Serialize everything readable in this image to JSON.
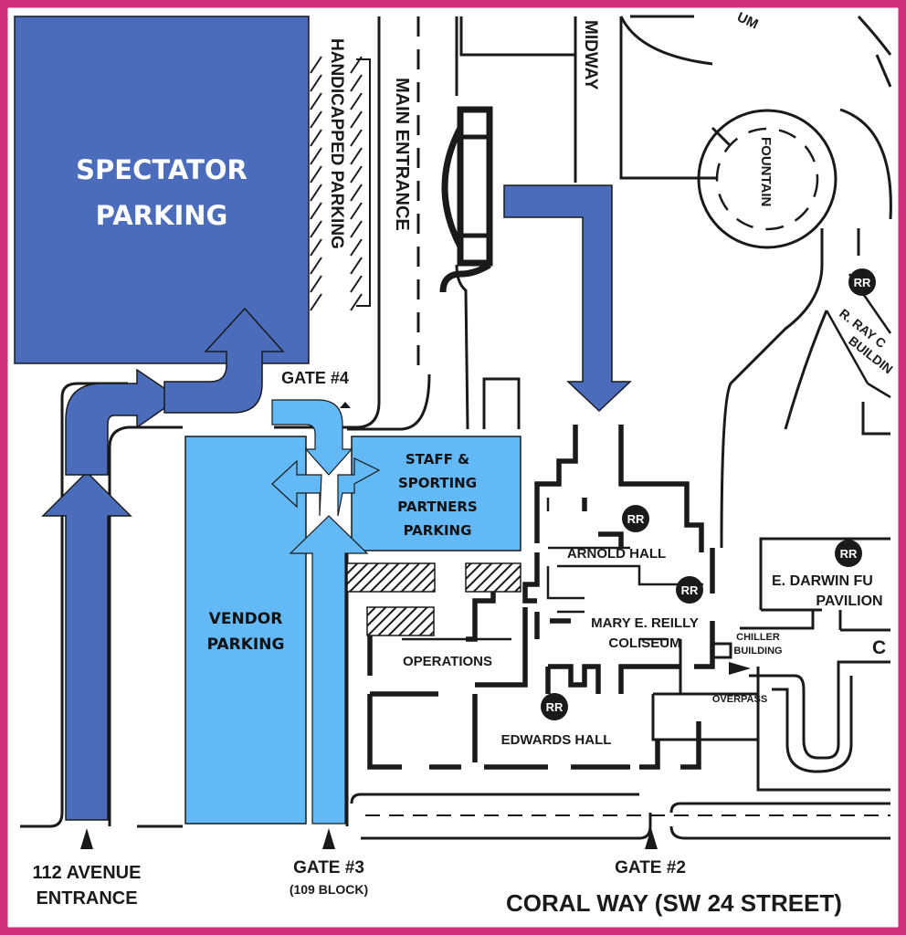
{
  "colors": {
    "frame": "#d12f7a",
    "spectator": "#4a6cbb",
    "vendor": "#63b8f6",
    "staff": "#63b8f6",
    "arrow_dark": "#4a6cbb",
    "arrow_light": "#63b8f6",
    "road": "#1a1a1a"
  },
  "zones": {
    "spectator": {
      "line1": "SPECTATOR",
      "line2": "PARKING"
    },
    "vendor": {
      "line1": "VENDOR",
      "line2": "PARKING"
    },
    "staff": {
      "line1": "STAFF &",
      "line2": "SPORTING",
      "line3": "PARTNERS",
      "line4": "PARKING"
    }
  },
  "labels": {
    "handicapped": "HANDICAPPED PARKING",
    "main_entrance": "MAIN ENTRANCE",
    "midway": "MIDWAY",
    "fountain": "FOUNTAIN",
    "top_right_fragment": "UM",
    "gate4": "GATE #4",
    "gate3": "GATE #3",
    "gate3_sub": "(109 BLOCK)",
    "gate2": "GATE #2",
    "entrance_112_line1": "112 AVENUE",
    "entrance_112_line2": "ENTRANCE",
    "coral_way": "CORAL WAY (SW 24 STREET)",
    "arnold_hall": "ARNOLD HALL",
    "coliseum_line1": "MARY E. REILLY",
    "coliseum_line2": "COLISEUM",
    "operations": "OPERATIONS",
    "edwards_hall": "EDWARDS HALL",
    "chiller_line1": "CHILLER",
    "chiller_line2": "BUILDING",
    "overpass": "OVERPASS",
    "pavilion_line1": "E. DARWIN FU",
    "pavilion_line2": "PAVILION",
    "ray_building_line1": "R. RAY C",
    "ray_building_line2": "BUILDIN",
    "far_right_fragment": "C"
  },
  "restrooms": {
    "symbol": "RR"
  }
}
